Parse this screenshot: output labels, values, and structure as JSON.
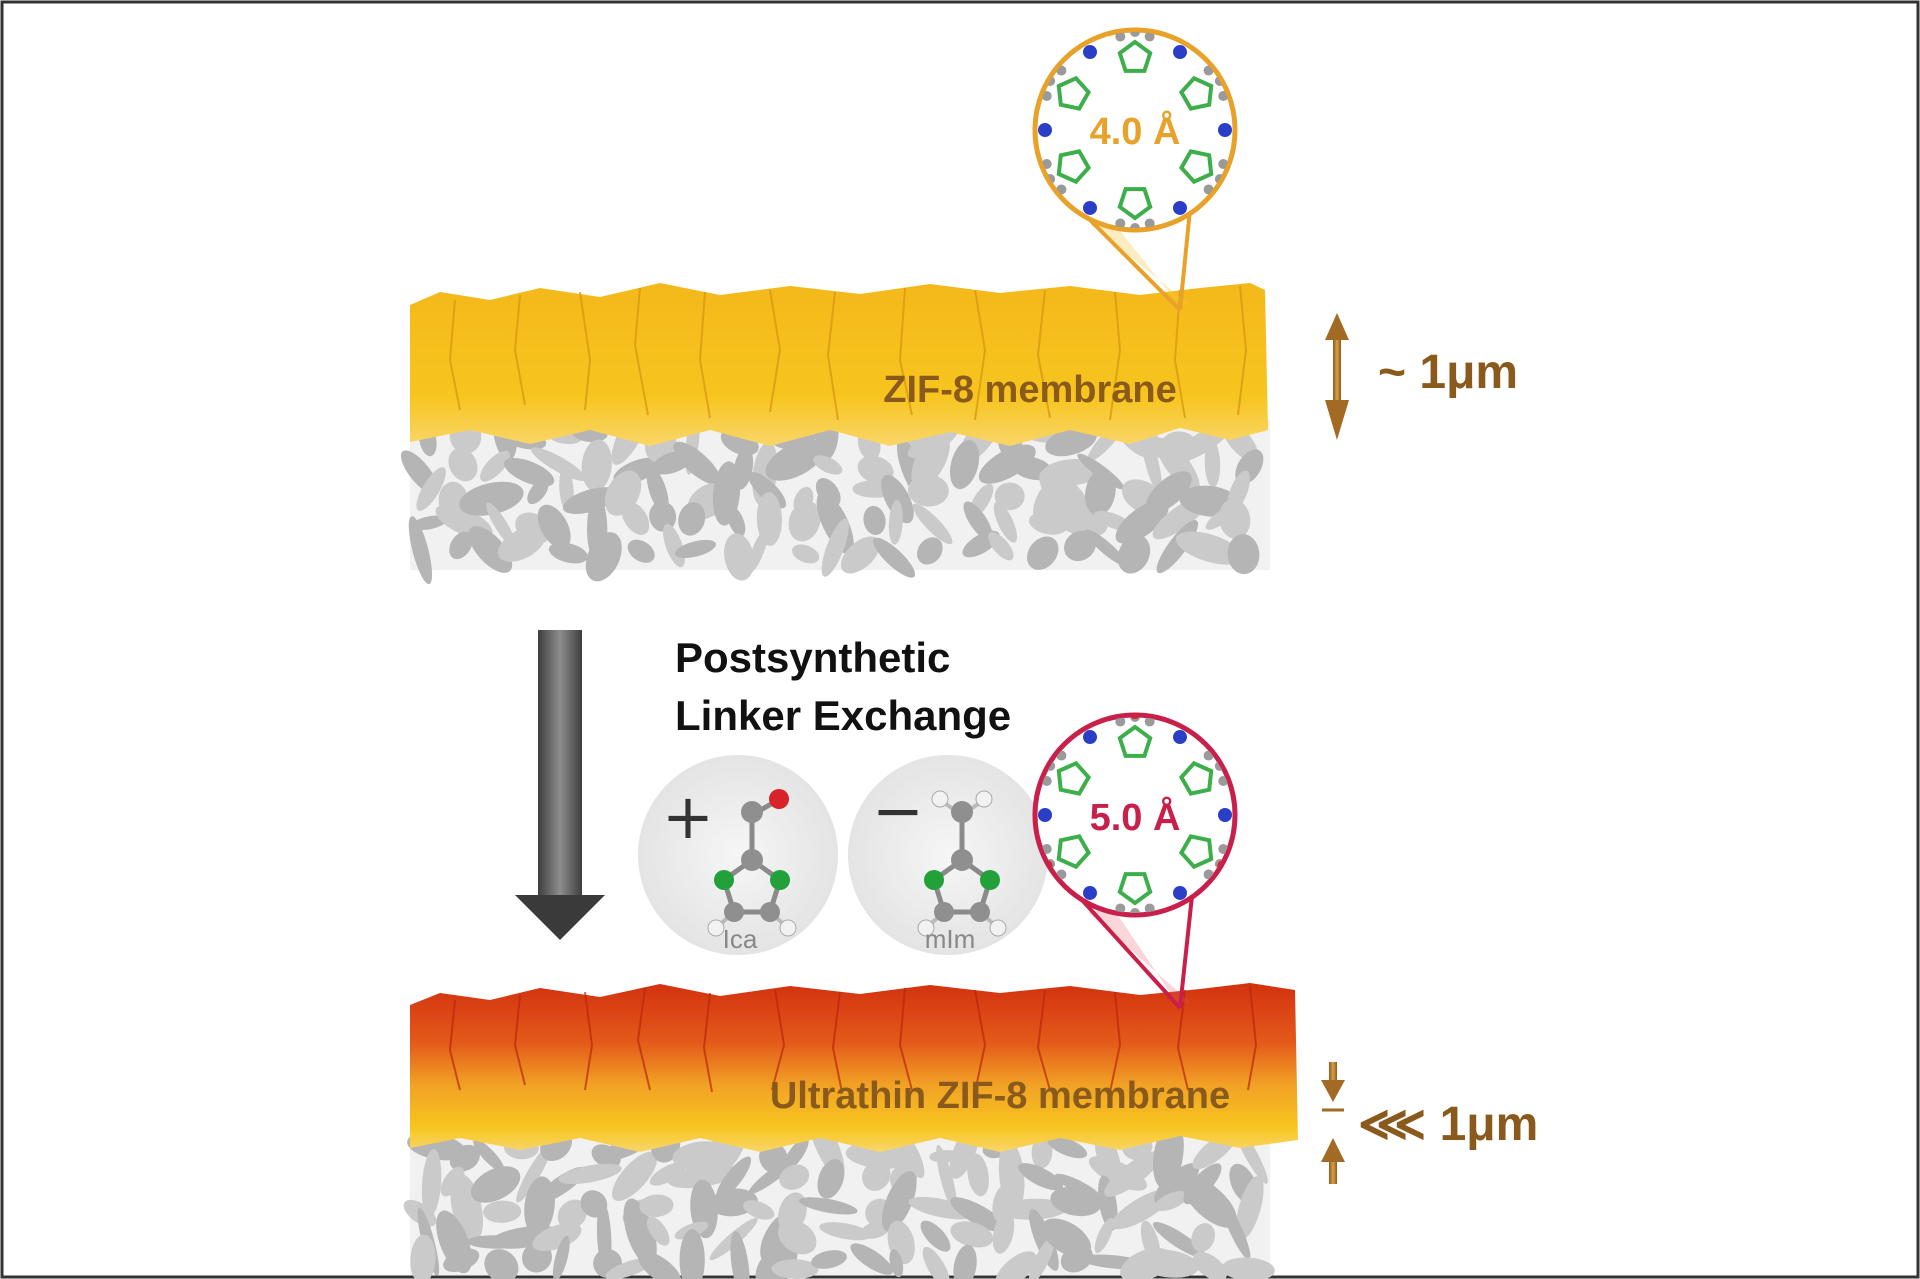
{
  "membrane_top": {
    "label": "ZIF-8 membrane",
    "thickness": "~ 1μm",
    "pore_aperture": "4.0 Å"
  },
  "process": {
    "line1": "Postsynthetic",
    "line2": "Linker Exchange",
    "added_linker": {
      "sign": "+",
      "name": "Ica"
    },
    "removed_linker": {
      "sign": "−",
      "name": "mIm"
    }
  },
  "membrane_bottom": {
    "label": "Ultrathin ZIF-8 membrane",
    "thickness": "⋘ 1μm",
    "pore_aperture": "5.0 Å"
  },
  "colors": {
    "zif8_yellow": "#f6c21f",
    "ultrathin_red": "#d63a12",
    "label_brown": "#8a5a1c",
    "pore_orange": "#e8a22a",
    "pore_crimson": "#c8204a",
    "support_gray": "#bcbcbc",
    "arrow_gray": "#555555"
  }
}
